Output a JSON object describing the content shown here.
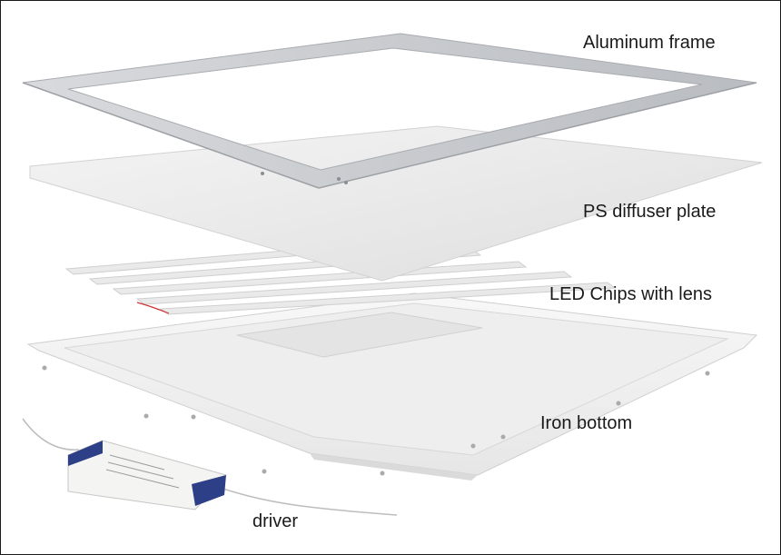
{
  "labels": {
    "aluminum_frame": "Aluminum frame",
    "diffuser": "PS diffuser plate",
    "led_chips": "LED Chips with lens",
    "iron_bottom": "Iron bottom",
    "driver": "driver"
  },
  "colors": {
    "frame": "#c9ccd0",
    "diffuser": "#ebebeb",
    "led_strip": "#f2f2f2",
    "bottom": "#f3f3f3",
    "driver_body": "#f4f4f2",
    "driver_cap": "#2d3f86"
  }
}
